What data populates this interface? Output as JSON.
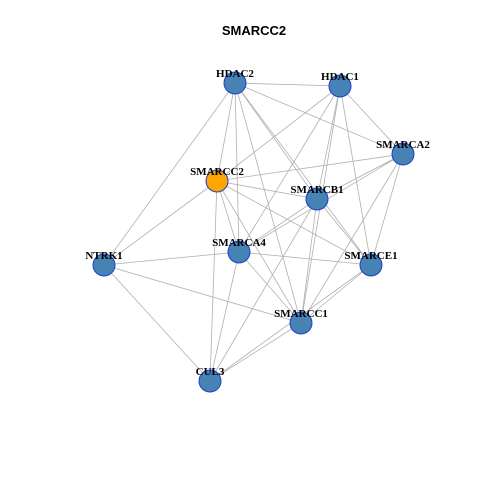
{
  "title": "SMARCC2",
  "colors": {
    "default_node": "#4682B4",
    "focus_node": "#FFA500",
    "node_border": "#1F3FCC",
    "edge": "#B0B0B0"
  },
  "nodes": [
    {
      "id": "HDAC2",
      "label": "HDAC2",
      "focus": false
    },
    {
      "id": "HDAC1",
      "label": "HDAC1",
      "focus": false
    },
    {
      "id": "SMARCA2",
      "label": "SMARCA2",
      "focus": false
    },
    {
      "id": "SMARCC2",
      "label": "SMARCC2",
      "focus": true
    },
    {
      "id": "SMARCB1",
      "label": "SMARCB1",
      "focus": false
    },
    {
      "id": "SMARCA4",
      "label": "SMARCA4",
      "focus": false
    },
    {
      "id": "NTRK1",
      "label": "NTRK1",
      "focus": false
    },
    {
      "id": "SMARCE1",
      "label": "SMARCE1",
      "focus": false
    },
    {
      "id": "SMARCC1",
      "label": "SMARCC1",
      "focus": false
    },
    {
      "id": "CUL3",
      "label": "CUL3",
      "focus": false
    }
  ],
  "edges": [
    [
      "HDAC2",
      "HDAC1"
    ],
    [
      "HDAC2",
      "SMARCA2"
    ],
    [
      "HDAC2",
      "SMARCC2"
    ],
    [
      "HDAC2",
      "SMARCB1"
    ],
    [
      "HDAC2",
      "SMARCA4"
    ],
    [
      "HDAC2",
      "SMARCE1"
    ],
    [
      "HDAC2",
      "SMARCC1"
    ],
    [
      "HDAC2",
      "NTRK1"
    ],
    [
      "HDAC1",
      "SMARCA2"
    ],
    [
      "HDAC1",
      "SMARCC2"
    ],
    [
      "HDAC1",
      "SMARCB1"
    ],
    [
      "HDAC1",
      "SMARCA4"
    ],
    [
      "HDAC1",
      "SMARCE1"
    ],
    [
      "HDAC1",
      "SMARCC1"
    ],
    [
      "SMARCA2",
      "SMARCC2"
    ],
    [
      "SMARCA2",
      "SMARCB1"
    ],
    [
      "SMARCA2",
      "SMARCA4"
    ],
    [
      "SMARCA2",
      "SMARCE1"
    ],
    [
      "SMARCA2",
      "SMARCC1"
    ],
    [
      "SMARCC2",
      "SMARCB1"
    ],
    [
      "SMARCC2",
      "SMARCA4"
    ],
    [
      "SMARCC2",
      "NTRK1"
    ],
    [
      "SMARCC2",
      "SMARCE1"
    ],
    [
      "SMARCC2",
      "SMARCC1"
    ],
    [
      "SMARCC2",
      "CUL3"
    ],
    [
      "SMARCB1",
      "SMARCA4"
    ],
    [
      "SMARCB1",
      "SMARCE1"
    ],
    [
      "SMARCB1",
      "SMARCC1"
    ],
    [
      "SMARCB1",
      "CUL3"
    ],
    [
      "SMARCA4",
      "NTRK1"
    ],
    [
      "SMARCA4",
      "SMARCE1"
    ],
    [
      "SMARCA4",
      "SMARCC1"
    ],
    [
      "SMARCA4",
      "CUL3"
    ],
    [
      "NTRK1",
      "SMARCC1"
    ],
    [
      "NTRK1",
      "CUL3"
    ],
    [
      "SMARCE1",
      "SMARCC1"
    ],
    [
      "SMARCE1",
      "CUL3"
    ],
    [
      "SMARCC1",
      "CUL3"
    ]
  ]
}
